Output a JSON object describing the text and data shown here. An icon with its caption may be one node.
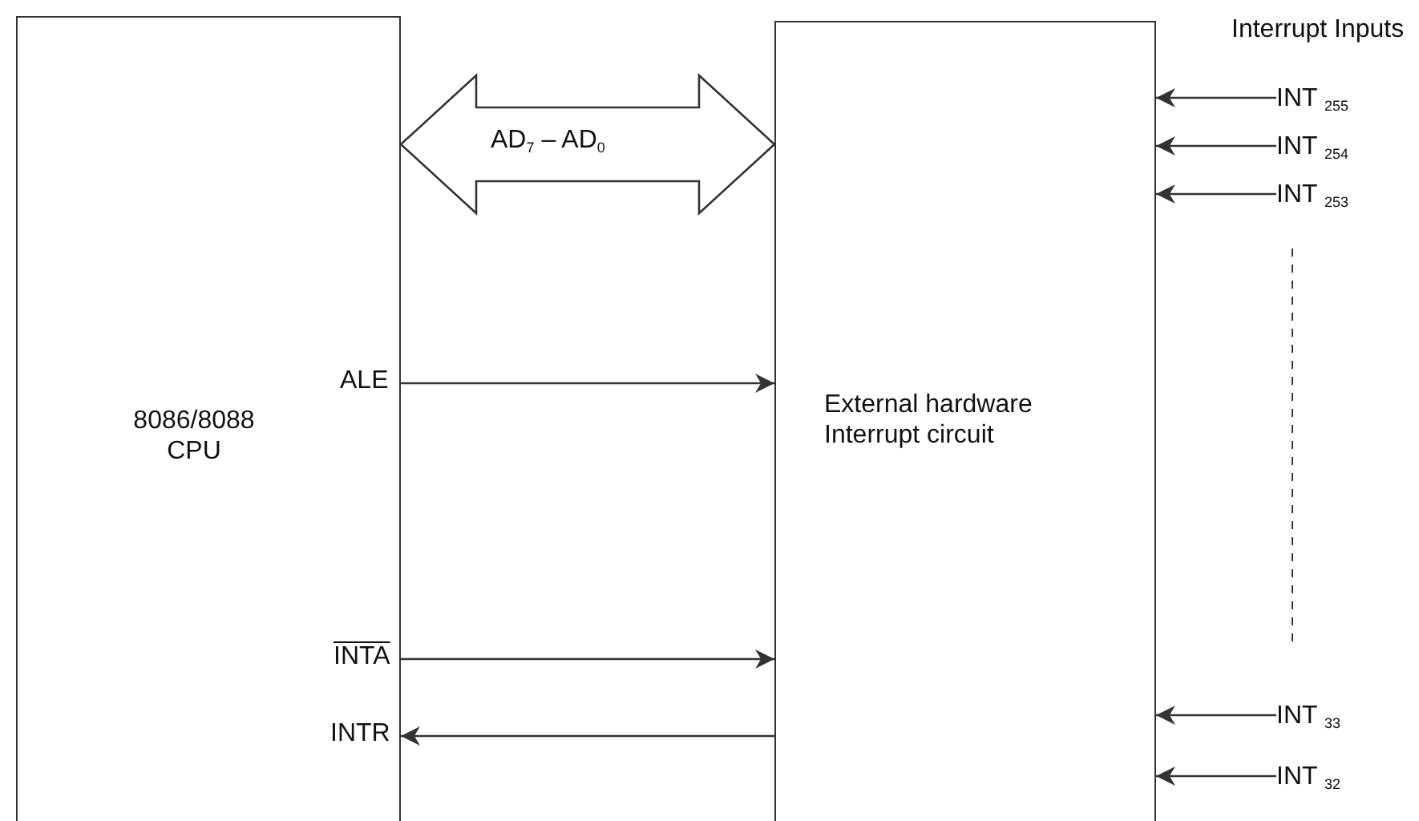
{
  "diagram": {
    "nodes": [
      {
        "text": [
          "8086/8088 CPU"
        ]
      },
      {
        "text": [
          "External hardware Interrupt circuit"
        ]
      },
      {
        "text": [
          "INT $_{255}$"
        ]
      },
      {
        "text": [
          "INT $_{254}$"
        ]
      },
      {
        "text": [
          "INT $_{253}$"
        ]
      },
      {
        "text": [
          "INT $_{33}$"
        ]
      },
      {
        "text": [
          "INT $_{32}$"
        ]
      }
    ],
    "edges": [
      {
        "from": 0,
        "to": 1,
        "arrow": "both",
        "style": "thick",
        "label": "AD$_{7}$ – AD$_{0}$"
      },
      {
        "from": 0,
        "to": 1,
        "arrow": "to"
      },
      {
        "from": 0,
        "to": 1,
        "arrow": "to"
      },
      {
        "from": 1,
        "to": 0,
        "arrow": "to"
      },
      {
        "from": 2,
        "to": 1,
        "arrow": "to"
      },
      {
        "from": 3,
        "to": 1,
        "arrow": "to"
      },
      {
        "from": 4,
        "to": 1,
        "arrow": "to"
      },
      {
        "from": 5,
        "to": 1,
        "arrow": "to"
      },
      {
        "from": 6,
        "to": 1,
        "arrow": "to"
      }
    ],
    "labels": [
      "Interrupt Inputs",
      "ALE",
      "INTA",
      "INTR"
    ]
  }
}
